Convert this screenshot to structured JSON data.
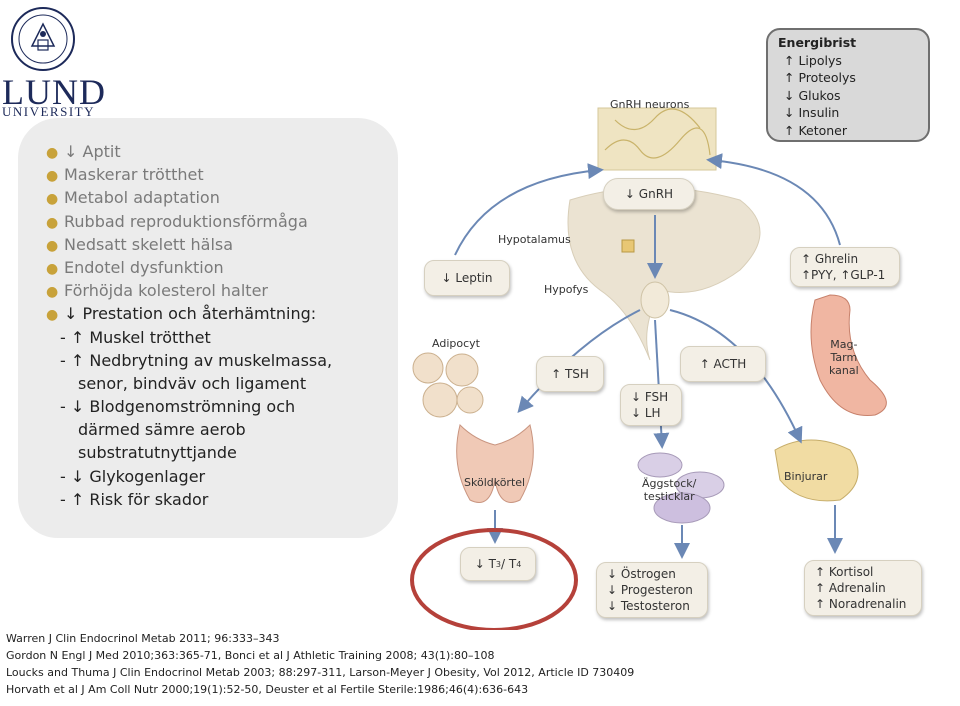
{
  "logo": {
    "name": "LUND",
    "subtitle": "UNIVERSITY"
  },
  "left_list": {
    "items": [
      {
        "text": "↓ Aptit",
        "dark": false
      },
      {
        "text": "Maskerar trötthet",
        "dark": false
      },
      {
        "text": "Metabol adaptation",
        "dark": false
      },
      {
        "text": "Rubbad reproduktionsförmåga",
        "dark": false
      },
      {
        "text": "Nedsatt skelett hälsa",
        "dark": false
      },
      {
        "text": "Endotel dysfunktion",
        "dark": false
      },
      {
        "text": "Förhöjda kolesterol halter",
        "dark": false
      },
      {
        "text": "↓ Prestation och återhämtning:",
        "dark": true
      }
    ],
    "subitems": [
      {
        "text": "- ↑ Muskel trötthet",
        "cont": false
      },
      {
        "text": "- ↑ Nedbrytning av muskelmassa,",
        "cont": false
      },
      {
        "text": "senor, bindväv och ligament",
        "cont": true
      },
      {
        "text": "- ↓ Blodgenomströmning och",
        "cont": false
      },
      {
        "text": "därmed sämre aerob",
        "cont": true
      },
      {
        "text": "substratutnyttjande",
        "cont": true
      },
      {
        "text": "- ↓ Glykogenlager",
        "cont": false
      },
      {
        "text": "- ↑ Risk för skador",
        "cont": false
      }
    ]
  },
  "energy": {
    "title": "Energibrist",
    "rows": [
      "↑ Lipolys",
      "↑ Proteolys",
      "↓ Glukos",
      "↓ Insulin",
      "↑ Ketoner"
    ]
  },
  "diagram": {
    "gnrh_neurons": "GnRH neurons",
    "gnrh": "↓ GnRH",
    "hypotalamus": "Hypotalamus",
    "hypofys": "Hypofys",
    "leptin": "↓ Leptin",
    "adipocyt": "Adipocyt",
    "tsh": "↑ TSH",
    "fsh": "↓ FSH",
    "lh": "↓ LH",
    "acth": "↑ ACTH",
    "ghrelin": "↑ Ghrelin",
    "pyy": "↑PYY, ↑GLP-1",
    "magtarm": [
      "Mag-",
      "Tarm",
      "kanal"
    ],
    "skoldkortel": "Sköldkörtel",
    "aggstock": [
      "Äggstock/",
      "testicklar"
    ],
    "binjurar": "Binjurar",
    "t3t4": {
      "prefix": "↓ T",
      "sub1": "3",
      "mid": " / T",
      "sub2": "4"
    },
    "ostrogen": [
      "↓ Östrogen",
      "↓ Progesteron",
      "↓ Testosteron"
    ],
    "kortisol": [
      "↑ Kortisol",
      "↑ Adrenalin",
      "↑ Noradrenalin"
    ]
  },
  "references": [
    "Warren J Clin Endocrinol Metab 2011; 96:333–343",
    "Gordon N Engl J Med 2010;363:365-71, Bonci et al J Athletic Training 2008; 43(1):80–108",
    "Loucks and Thuma J Clin Endocrinol Metab 2003; 88:297-311, Larson-Meyer J Obesity, Vol 2012, Article ID 730409",
    "Horvath et al J Am Coll Nutr 2000;19(1):52-50, Deuster et al Fertile Sterile:1986;46(4):636-643"
  ],
  "colors": {
    "highlight_ring": "#b5413a",
    "arrow": "#6b88b5",
    "panel": "#ececec"
  }
}
